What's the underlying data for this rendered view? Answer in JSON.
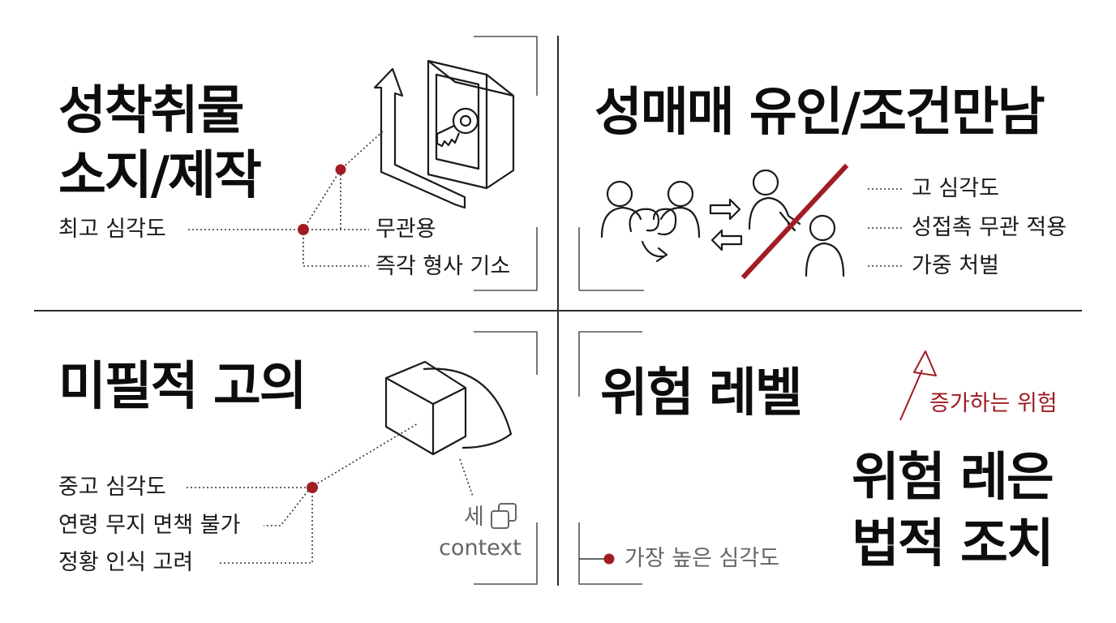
{
  "colors": {
    "accent": "#a01d23",
    "ink": "#1a1a1a",
    "rule": "#333333",
    "muted": "#666666"
  },
  "q1": {
    "title_line1": "성착취물",
    "title_line2": "소지/제작",
    "left_label": "최고 심각도",
    "branch_a": "무관용",
    "branch_b": "즉각 형사 기소",
    "icons": [
      "key-icon",
      "safe-box-icon",
      "up-arrow-icon"
    ]
  },
  "q2": {
    "title": "성매매 유인/조건만남",
    "points": [
      "고 심각도",
      "성접촉 무관 적용",
      "가중 처벌"
    ],
    "icons": [
      "people-linking-icon",
      "exchange-arrows-icon",
      "person-approach-icon",
      "prohibition-slash-icon"
    ]
  },
  "q3": {
    "title": "미필적 고의",
    "items": [
      "중고 심각도",
      "연령 무지 면책 불가",
      "정황 인식 고려"
    ],
    "context_glyph": "세",
    "context_label": "context",
    "icons": [
      "eye-icon",
      "box-icon",
      "copy-icon"
    ]
  },
  "q4": {
    "title": "위험 레벨",
    "rising_label": "증가하는 위험",
    "headline_line1": "위험 레은",
    "headline_line2": "법적 조치",
    "bottom_label": "가장 높은 심각도",
    "icons": [
      "rising-arrow-icon"
    ]
  }
}
